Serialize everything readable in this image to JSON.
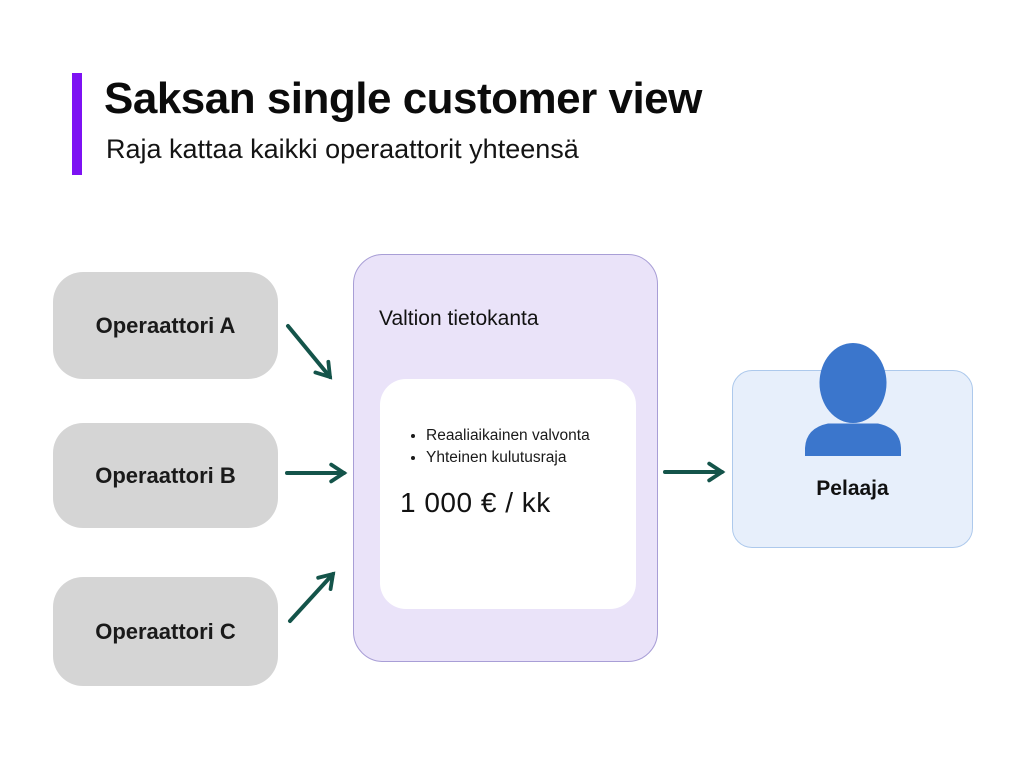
{
  "header": {
    "title": "Saksan single customer view",
    "subtitle": "Raja kattaa kaikki operaattorit yhteensä"
  },
  "operators": [
    {
      "label": "Operaattori A"
    },
    {
      "label": "Operaattori B"
    },
    {
      "label": "Operaattori C"
    }
  ],
  "database": {
    "title": "Valtion tietokanta",
    "bullets": [
      "Reaaliaikainen valvonta",
      "Yhteinen kulutusraja"
    ],
    "limit": "1 000 € / kk"
  },
  "player": {
    "label": "Pelaaja",
    "icon": "person-icon"
  },
  "colors": {
    "accent_purple": "#7d12f3",
    "operator_box": "#d5d5d5",
    "database_fill": "#eae3f9",
    "database_border": "#a89ed6",
    "inner_card": "#ffffff",
    "player_fill": "#e7effb",
    "player_border": "#adc9ec",
    "person_blue": "#3b76cc",
    "arrow_teal": "#14544a",
    "text": "#121212"
  }
}
